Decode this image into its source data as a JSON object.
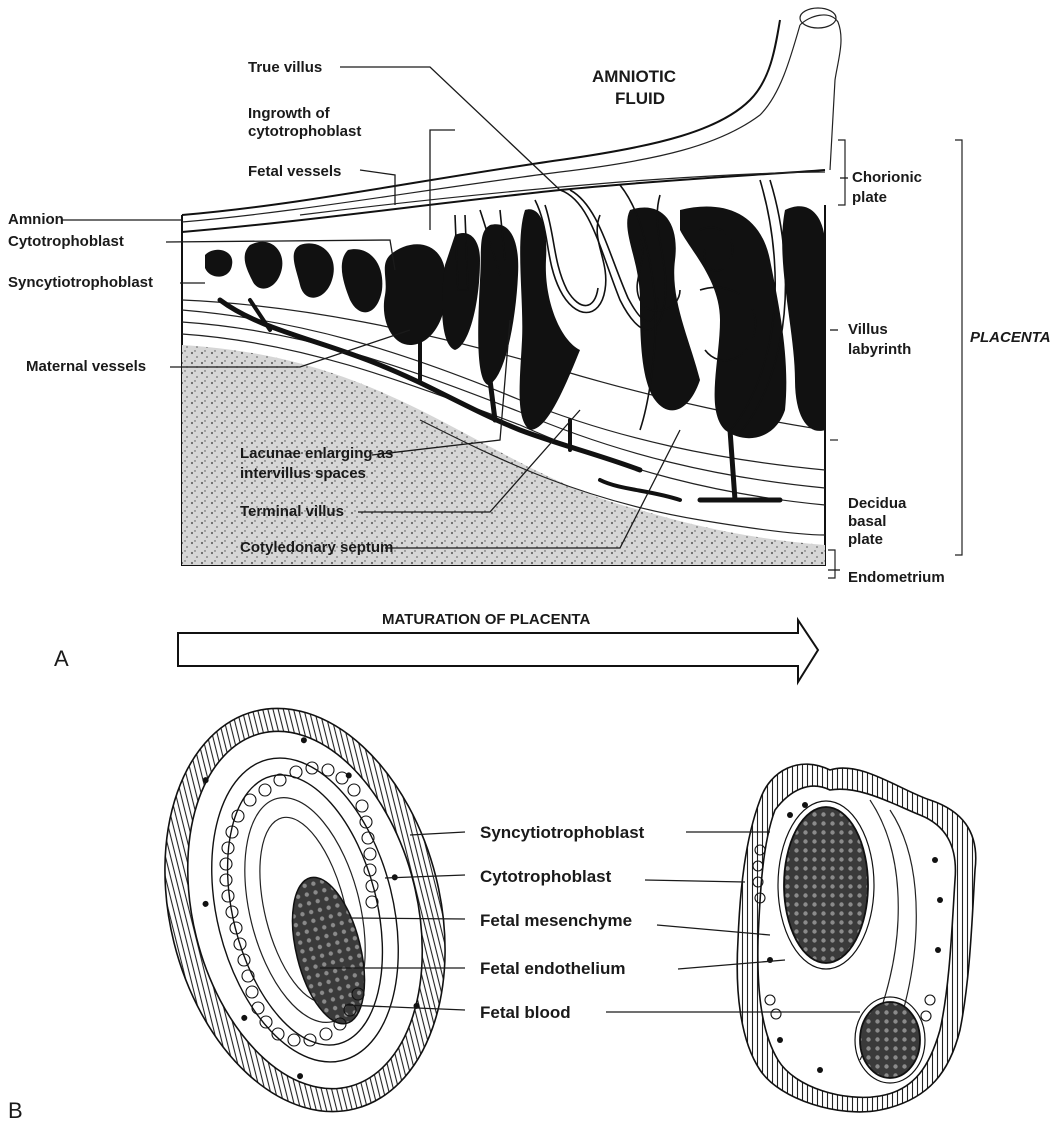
{
  "panel_a": {
    "letter": "A",
    "labels": {
      "true_villus": "True villus",
      "amniotic_fluid_1": "AMNIOTIC",
      "amniotic_fluid_2": "FLUID",
      "ingrowth_1": "Ingrowth of",
      "ingrowth_2": "cytotrophoblast",
      "fetal_vessels": "Fetal vessels",
      "amnion": "Amnion",
      "cytotrophoblast": "Cytotrophoblast",
      "syncytiotrophoblast": "Syncytiotrophoblast",
      "maternal_vessels": "Maternal vessels",
      "lacunae_1": "Lacunae enlarging as",
      "lacunae_2": "intervillus spaces",
      "terminal_villus": "Terminal villus",
      "cotyledonary_septum": "Cotyledonary septum",
      "chorionic_plate_1": "Chorionic",
      "chorionic_plate_2": "plate",
      "villus_labyrinth_1": "Villus",
      "villus_labyrinth_2": "labyrinth",
      "placenta": "PLACENTA",
      "decidua_1": "Decidua",
      "decidua_2": "basal",
      "decidua_3": "plate",
      "endometrium": "Endometrium"
    },
    "arrow_label": "MATURATION OF PLACENTA"
  },
  "panel_b": {
    "letter": "B",
    "labels": {
      "syncytiotrophoblast": "Syncytiotrophoblast",
      "cytotrophoblast": "Cytotrophoblast",
      "fetal_mesenchyme": "Fetal mesenchyme",
      "fetal_endothelium": "Fetal endothelium",
      "fetal_blood": "Fetal blood"
    }
  }
}
